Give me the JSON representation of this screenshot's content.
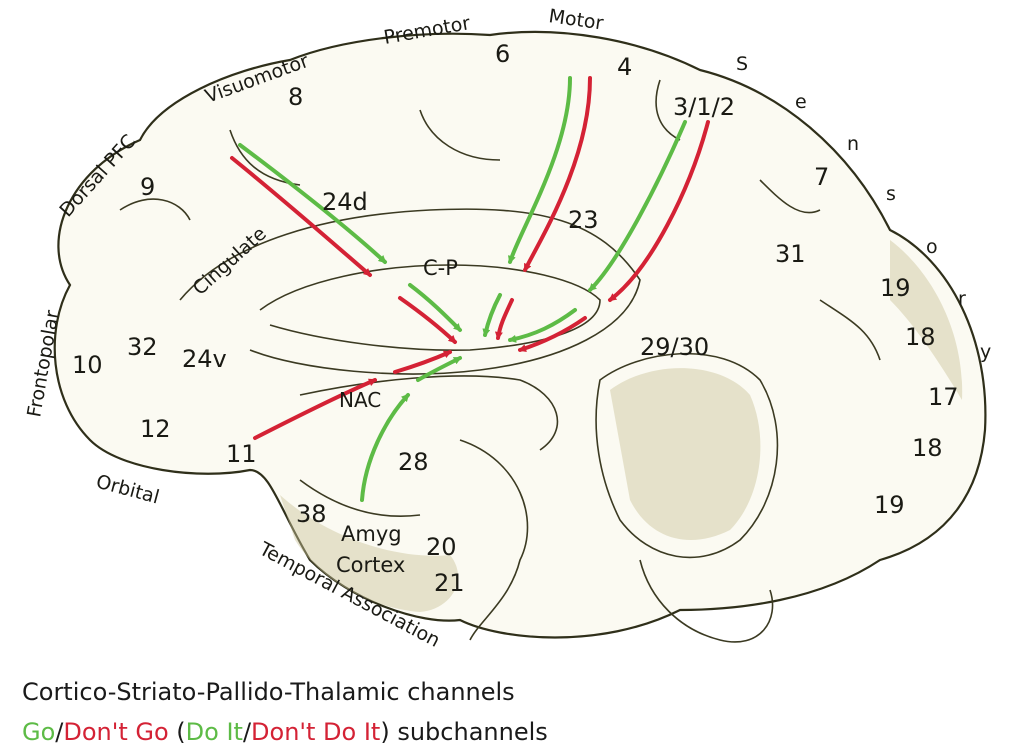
{
  "colors": {
    "go": "#5dbb46",
    "dont_go": "#d42235",
    "outline": "#2f2f1a",
    "shade": "#c9c49a"
  },
  "regions": {
    "visuomotor": "Visuomotor",
    "premotor": "Premotor",
    "motor": "Motor",
    "dorsal_pfc": "Dorsal PFC",
    "frontopolar": "Frontopolar",
    "cingulate": "Cingulate",
    "orbital": "Orbital",
    "temporal_association": "Temporal Association",
    "sensory": [
      "S",
      "e",
      "n",
      "s",
      "o",
      "r",
      "y"
    ]
  },
  "areas": {
    "a8": "8",
    "a6": "6",
    "a4": "4",
    "a312": "3/1/2",
    "a9": "9",
    "a24d": "24d",
    "a23": "23",
    "a7": "7",
    "a31": "31",
    "cp": "C-P",
    "a19a": "19",
    "a18a": "18",
    "a10": "10",
    "a32": "32",
    "a24v": "24v",
    "a2930": "29/30",
    "nac": "NAC",
    "a17": "17",
    "a12": "12",
    "a11": "11",
    "a28": "28",
    "a18b": "18",
    "a19b": "19",
    "a38": "38",
    "amyg": "Amyg",
    "a20": "20",
    "cortex": "Cortex",
    "a21": "21"
  },
  "caption": {
    "line1": "Cortico-Striato-Pallido-Thalamic channels",
    "go": "Go",
    "slash1": "/",
    "dont_go": "Don't Go",
    "paren_open": " (",
    "do_it": "Do It",
    "slash2": "/",
    "dont_do_it": "Don't Do It",
    "tail": ") subchannels"
  }
}
